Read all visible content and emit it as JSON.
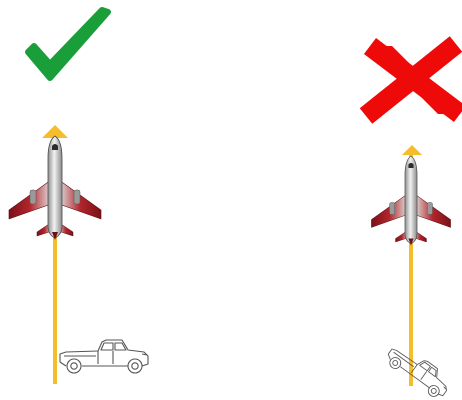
{
  "colors": {
    "background": "#ffffff",
    "check": "#1a9e3a",
    "cross": "#ef0a0a",
    "guide_line": "#f5bd2a",
    "plane_body": "#cfcfcf",
    "plane_wing": "#b3262d",
    "vehicle_outline": "#555555"
  },
  "panels": [
    {
      "id": "correct",
      "indicator": "check-icon",
      "aircraft_heading": "up",
      "vehicle": "pickup-truck",
      "vehicle_orientation": "aligned"
    },
    {
      "id": "incorrect",
      "indicator": "cross-icon",
      "aircraft_heading": "up",
      "vehicle": "pickup-truck",
      "vehicle_orientation": "tilted"
    }
  ]
}
